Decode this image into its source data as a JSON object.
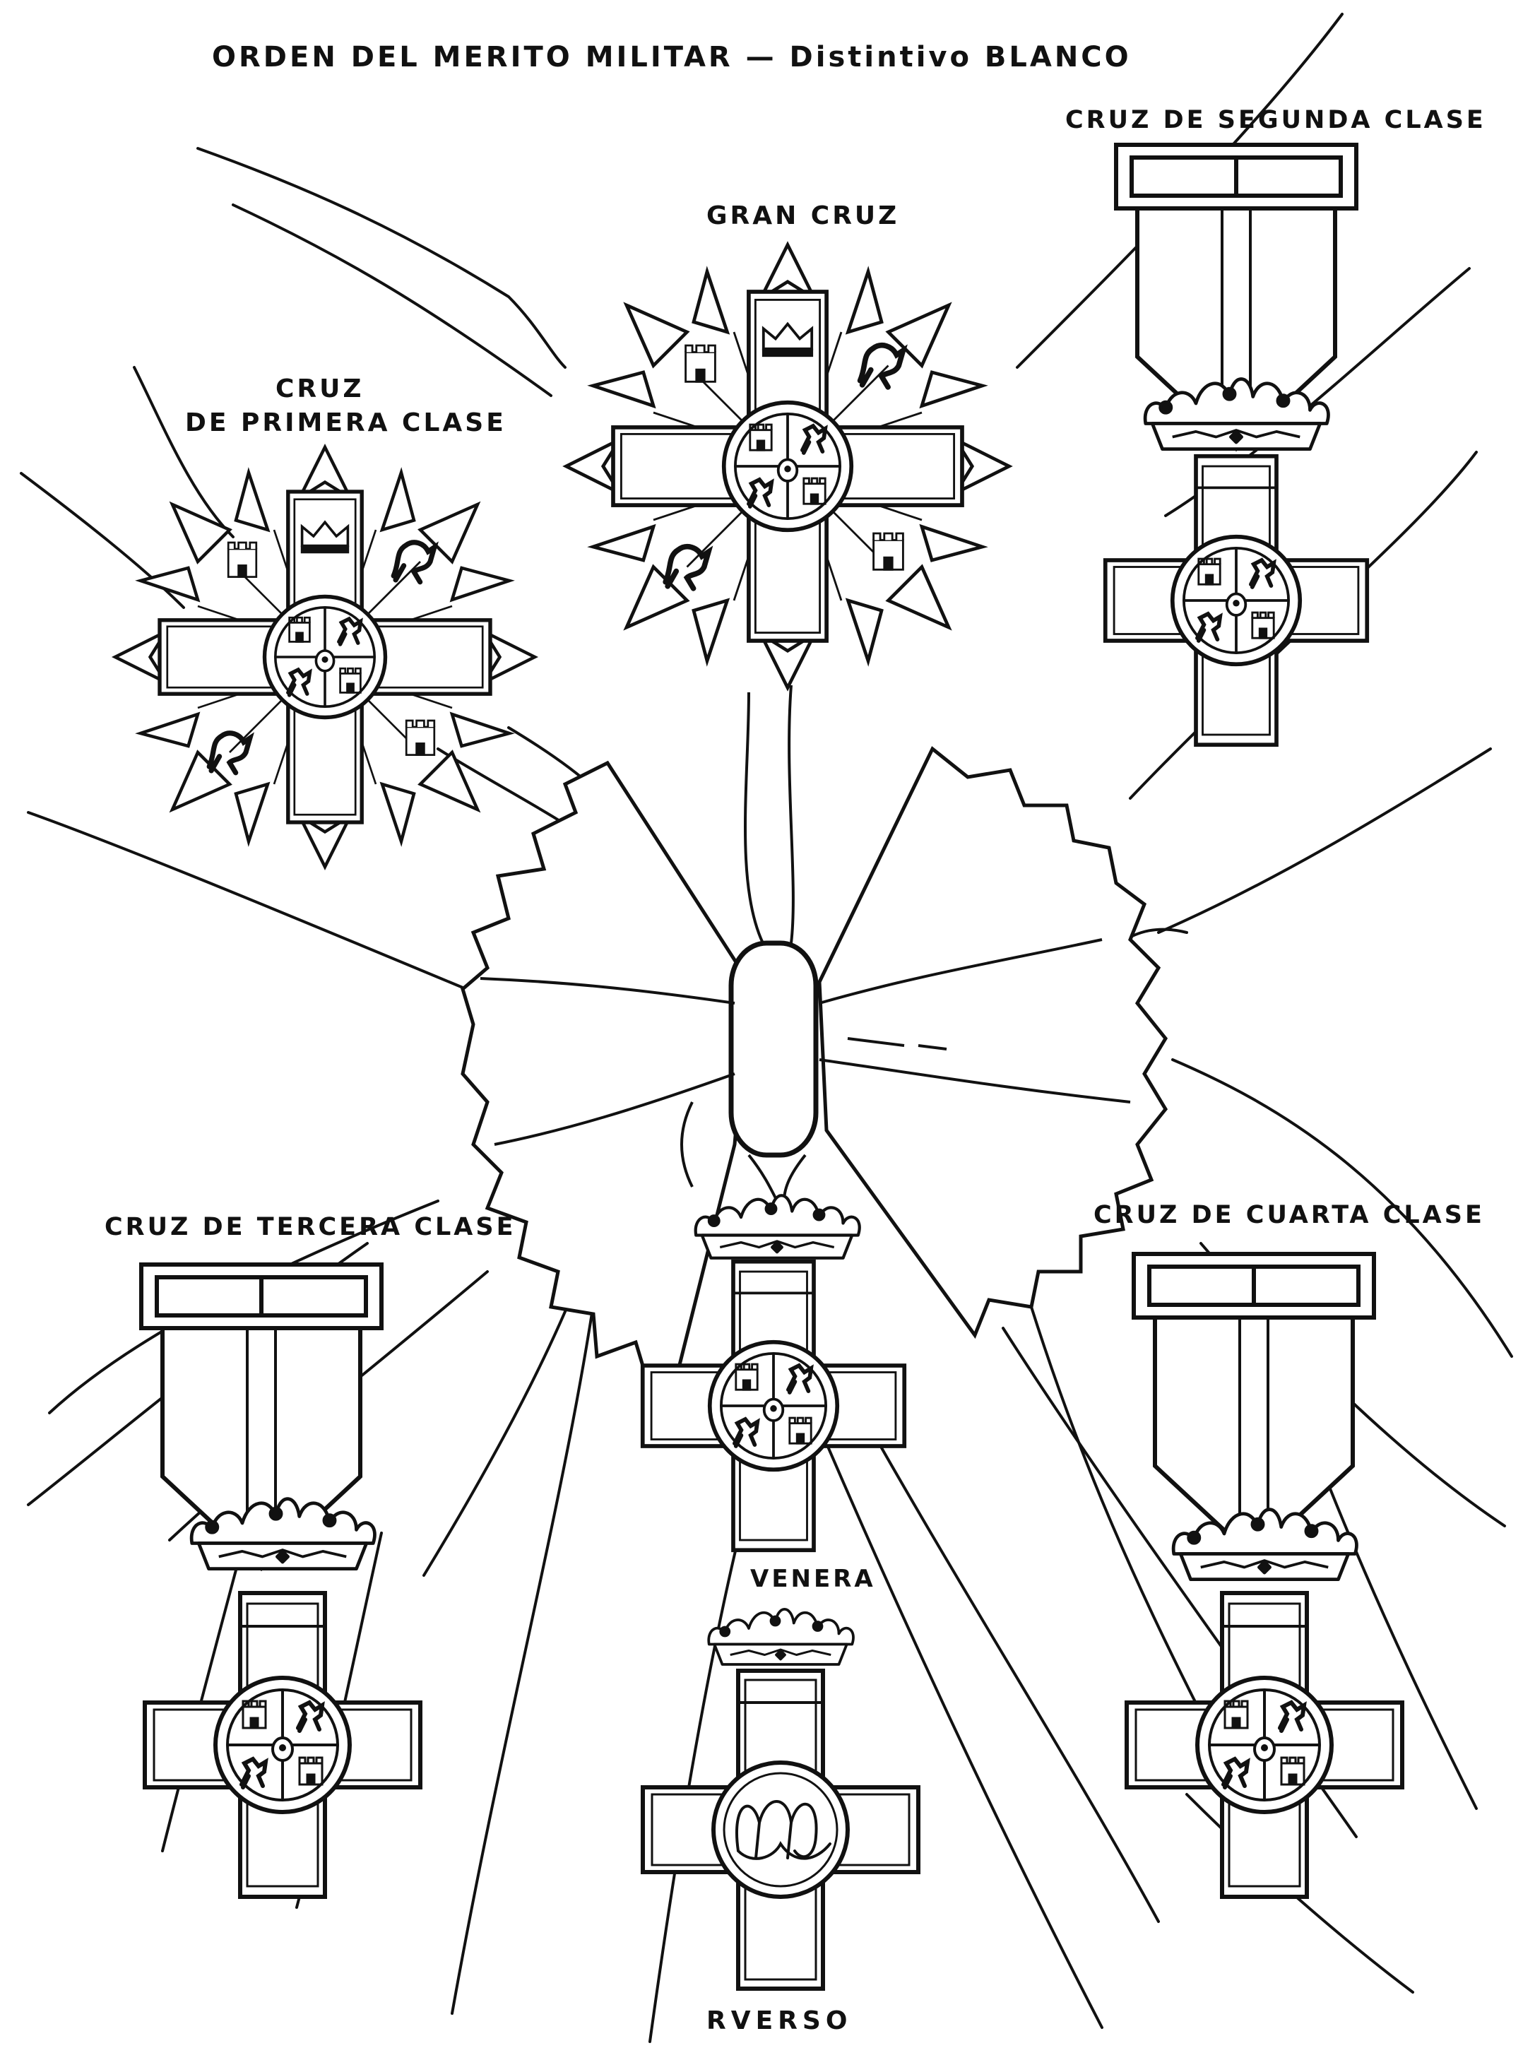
{
  "title": "ORDEN DEL MERITO MILITAR — Distintivo BLANCO",
  "labels": {
    "gran_cruz": "GRAN CRUZ",
    "primera_line1": "CRUZ",
    "primera_line2": "DE PRIMERA CLASE",
    "segunda": "CRUZ DE SEGUNDA CLASE",
    "tercera": "CRUZ DE TERCERA CLASE",
    "cuarta": "CRUZ DE CUARTA CLASE",
    "venera": "VENERA",
    "reverso": "RVERSO"
  },
  "colors": {
    "ink": "#111111",
    "paper": "#ffffff"
  },
  "icons": [
    "eight-pointed-star-icon",
    "cross-icon",
    "crown-icon",
    "castle-icon",
    "lion-icon",
    "ribbon-bow-icon",
    "monogram-icon"
  ]
}
